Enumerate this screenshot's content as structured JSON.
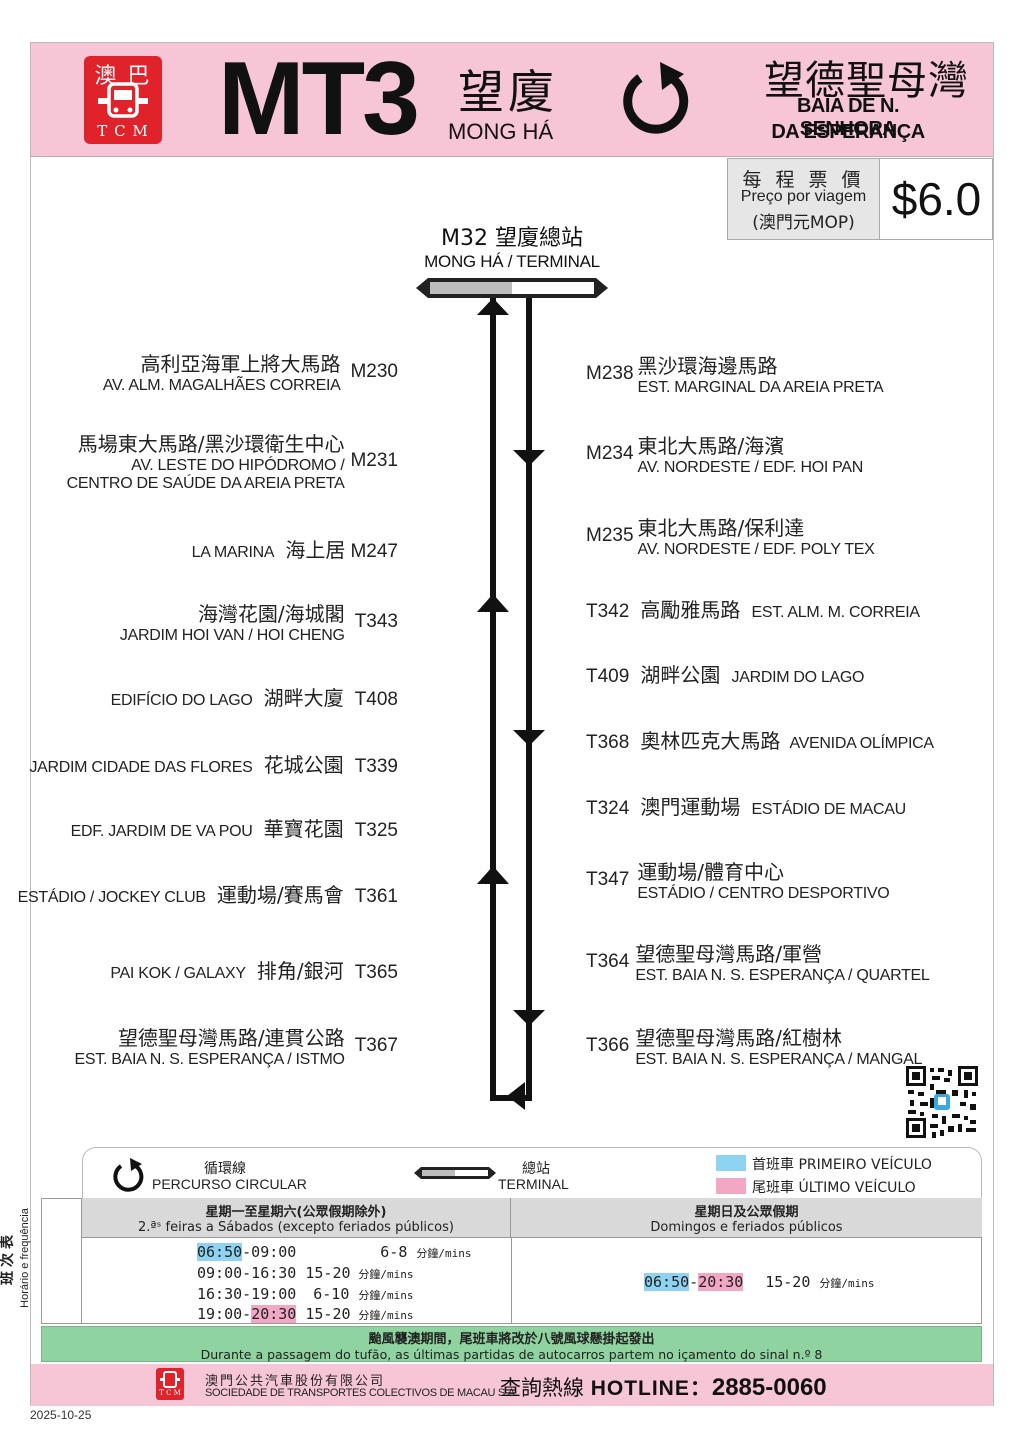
{
  "header": {
    "logo": {
      "top_text": "澳 巴",
      "bottom_text": "T C M"
    },
    "route_number": "MT3",
    "origin_zh": "望廈",
    "origin_pt": "MONG HÁ",
    "route_type_icon": "circular-arrow-icon",
    "destination_zh": "望德聖母灣",
    "destination_pt_line1": "BAÍA DE N. SENHORA",
    "destination_pt_line2": "DA ESPERANÇA"
  },
  "fare": {
    "label_zh": "每 程 票 價",
    "label_pt": "Preço por viagem",
    "currency": "(澳門元MOP)",
    "amount": "$6.0"
  },
  "terminal": {
    "name_zh": "M32 望廈總站",
    "name_pt": "MONG HÁ / TERMINAL"
  },
  "left_stops": [
    {
      "code": "M230",
      "zh": "高利亞海軍上將大馬路",
      "pt": "AV. ALM. MAGALHÃES CORREIA"
    },
    {
      "code": "M231",
      "zh": "馬場東大馬路/黑沙環衛生中心",
      "pt": "AV. LESTE DO HIPÓDROMO /",
      "pt2": "CENTRO DE SAÚDE DA AREIA PRETA"
    },
    {
      "code": "M247",
      "zh": "海上居",
      "pt": "LA MARINA"
    },
    {
      "code": "T343",
      "zh": "海灣花園/海城閣",
      "pt": "JARDIM HOI VAN / HOI CHENG"
    },
    {
      "code": "T408",
      "zh": "湖畔大廈",
      "pt": "EDIFÍCIO DO LAGO"
    },
    {
      "code": "T339",
      "zh": "花城公園",
      "pt": "JARDIM CIDADE DAS FLORES"
    },
    {
      "code": "T325",
      "zh": "華寶花園",
      "pt": "EDF. JARDIM DE VA POU"
    },
    {
      "code": "T361",
      "zh": "運動場/賽馬會",
      "pt": "ESTÁDIO / JOCKEY CLUB"
    },
    {
      "code": "T365",
      "zh": "排角/銀河",
      "pt": "PAI KOK / GALAXY"
    },
    {
      "code": "T367",
      "zh": "望德聖母灣馬路/連貫公路",
      "pt": "EST. BAIA N. S. ESPERANÇA / ISTMO"
    }
  ],
  "right_stops": [
    {
      "code": "M238",
      "zh": "黑沙環海邊馬路",
      "pt": "EST. MARGINAL DA AREIA PRETA"
    },
    {
      "code": "M234",
      "zh": "東北大馬路/海濱",
      "pt": "AV. NORDESTE / EDF. HOI PAN"
    },
    {
      "code": "M235",
      "zh": "東北大馬路/保利達",
      "pt": "AV. NORDESTE / EDF. POLY TEX"
    },
    {
      "code": "T342",
      "zh": "高勵雅馬路",
      "pt": "EST. ALM. M. CORREIA"
    },
    {
      "code": "T409",
      "zh": "湖畔公園",
      "pt": "JARDIM DO LAGO"
    },
    {
      "code": "T368",
      "zh": "奧林匹克大馬路",
      "pt": "AVENIDA OLÍMPICA"
    },
    {
      "code": "T324",
      "zh": "澳門運動場",
      "pt": "ESTÁDIO DE MACAU"
    },
    {
      "code": "T347",
      "zh": "運動場/體育中心",
      "pt": "ESTÁDIO / CENTRO DESPORTIVO"
    },
    {
      "code": "T364",
      "zh": "望德聖母灣馬路/軍營",
      "pt": "EST. BAIA N. S. ESPERANÇA / QUARTEL"
    },
    {
      "code": "T366",
      "zh": "望德聖母灣馬路/紅樹林",
      "pt": "EST. BAIA N. S. ESPERANÇA / MANGAL"
    }
  ],
  "legend": {
    "circular_zh": "循環線",
    "circular_pt": "PERCURSO CIRCULAR",
    "terminal_zh": "總站",
    "terminal_pt": "TERMINAL",
    "first_zh": "首班車",
    "first_pt": "PRIMEIRO VEÍCULO",
    "last_zh": "尾班車",
    "last_pt": "ÚLTIMO VEÍCULO",
    "first_color": "#8fd3f2",
    "last_color": "#f2a7c4"
  },
  "schedule": {
    "side_zh": "班次表",
    "side_pt": "Horário e frequência",
    "weekday_zh": "星期一至星期六(公眾假期除外)",
    "weekday_pt": "2.ªˢ feiras a Sábados (excepto feriados públicos)",
    "holiday_zh": "星期日及公眾假期",
    "holiday_pt": "Domingos e feriados públicos",
    "mins_unit": "分鐘/mins",
    "weekday_rows": [
      {
        "time": "09:00-16:30",
        "freq": "15-20"
      },
      {
        "time": "16:30-19:00",
        "freq": "6-10"
      }
    ],
    "row1": {
      "first": "06:50",
      "end": "-09:00",
      "freq": "6-8"
    },
    "row4": {
      "start": "19:00-",
      "last": "20:30",
      "freq": "15-20"
    },
    "holiday": {
      "first": "06:50",
      "dash": "-",
      "last": "20:30",
      "freq": "15-20"
    }
  },
  "typhoon": {
    "zh": "颱風襲澳期間，尾班車將改於八號風球懸掛起發出",
    "pt": "Durante a passagem do tufão, as últimas partidas de autocarros partem no içamento do sinal n.º 8"
  },
  "footer": {
    "company_zh": "澳門公共汽車股份有限公司",
    "company_pt": "SOCIEDADE DE TRANSPORTES COLECTIVOS DE MACAU S.A.",
    "hotline_zh": "查詢熱線",
    "hotline_label": "HOTLINE：",
    "hotline_number": "2885-0060",
    "logo_text": "T C M"
  },
  "date": "2025-10-25"
}
